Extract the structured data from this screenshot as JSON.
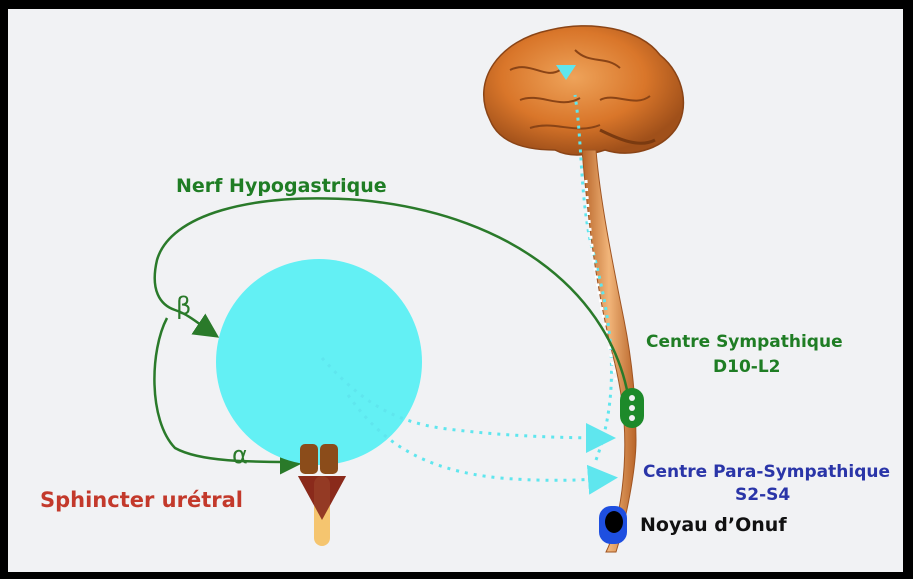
{
  "labels": {
    "nerve": "Nerf Hypogastrique",
    "beta": "β",
    "alpha": "α",
    "sympathetic_line1": "Centre Sympathique",
    "sympathetic_line2": "D10-L2",
    "parasympathetic_line1": "Centre Para-Sympathique",
    "parasympathetic_line2": "S2-S4",
    "sphincter": "Sphincter urétral",
    "onuf": "Noyau d’Onuf"
  },
  "colors": {
    "background": "#f1f2f4",
    "frame": "#000000",
    "nerve_green": "#2a7a2a",
    "bladder_cyan": "#63f0f4",
    "pathway_cyan": "#5fe6ee",
    "brain_orange": "#d9762a",
    "sphincter_red": "#c3392b",
    "parasympathetic_blue": "#2a35a8",
    "onuf_blue": "#1e4fe0"
  }
}
